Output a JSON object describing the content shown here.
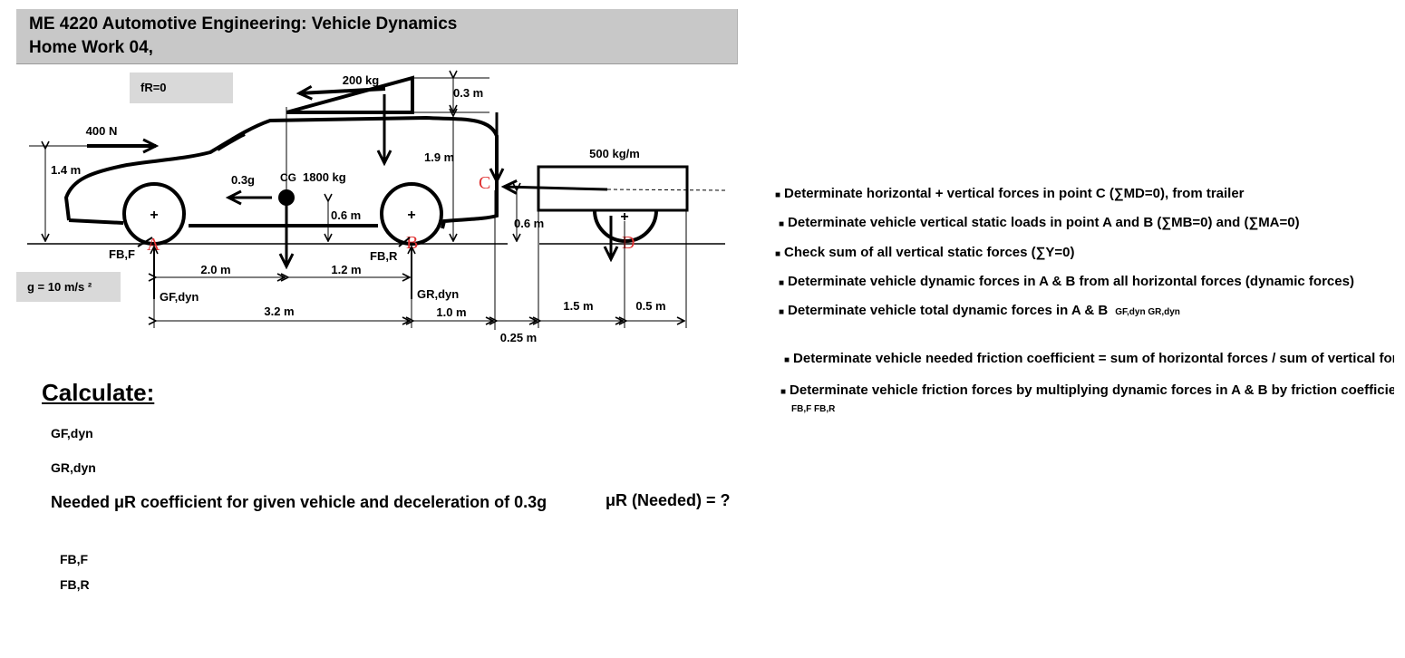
{
  "header": {
    "line1": "ME 4220 Automotive Engineering: Vehicle Dynamics",
    "line2": "Home Work 04,"
  },
  "tags": {
    "friction_rear": "fR=0",
    "gravity": "g = 10 m/s ²"
  },
  "diagram_labels": {
    "trailer_mass": "200 kg",
    "gap_03": "0.3 m",
    "height_19": "1.9 m",
    "wind_force": "400 N",
    "height_14": "1.4 m",
    "decel": "0.3g",
    "cg": "CG",
    "vehicle_mass": "1800 kg",
    "cg_height": "0.6 m",
    "hitch_height": "0.6 m",
    "trailer_load": "500 kg/m",
    "point_a": "A",
    "point_b": "B",
    "point_c": "C",
    "point_d": "D",
    "fbf": "FB,F",
    "fbr": "FB,R",
    "gf_dyn": "GF,dyn",
    "gr_dyn": "GR,dyn",
    "dim_20": "2.0 m",
    "dim_12": "1.2 m",
    "dim_32": "3.2 m",
    "dim_10": "1.0 m",
    "dim_025": "0.25 m",
    "dim_15": "1.5 m",
    "dim_05": "0.5 m"
  },
  "calculate": {
    "heading": "Calculate:",
    "gf_dyn": "GF,dyn",
    "gr_dyn": "GR,dyn",
    "needed_text": "Needed μR coefficient for given vehicle and deceleration of 0.3g",
    "needed_eq": "μR (Needed) = ?",
    "fbf": "FB,F",
    "fbr": "FB,R"
  },
  "tasks": [
    "Determinate horizontal + vertical forces in point C (∑MD=0), from trailer",
    "Determinate vehicle vertical static loads in point A and B (∑MB=0) and (∑MA=0)",
    "Check sum of all vertical static forces (∑Y=0)",
    "Determinate vehicle dynamic forces in A & B from all horizontal forces (dynamic forces)",
    "Determinate vehicle total dynamic forces in A & B",
    "Determinate vehicle needed friction coefficient = sum of horizontal forces / sum of vertical forces",
    "Determinate vehicle friction forces by multiplying dynamic forces in A & B by friction coefficient"
  ],
  "task_notes": {
    "total_dyn": "GF,dyn GR,dyn",
    "friction_forces": "FB,F FB,R"
  },
  "colors": {
    "title_bg": "#c8c8c8",
    "tag_bg": "#d9d9d9",
    "point_red": "#e03030"
  }
}
